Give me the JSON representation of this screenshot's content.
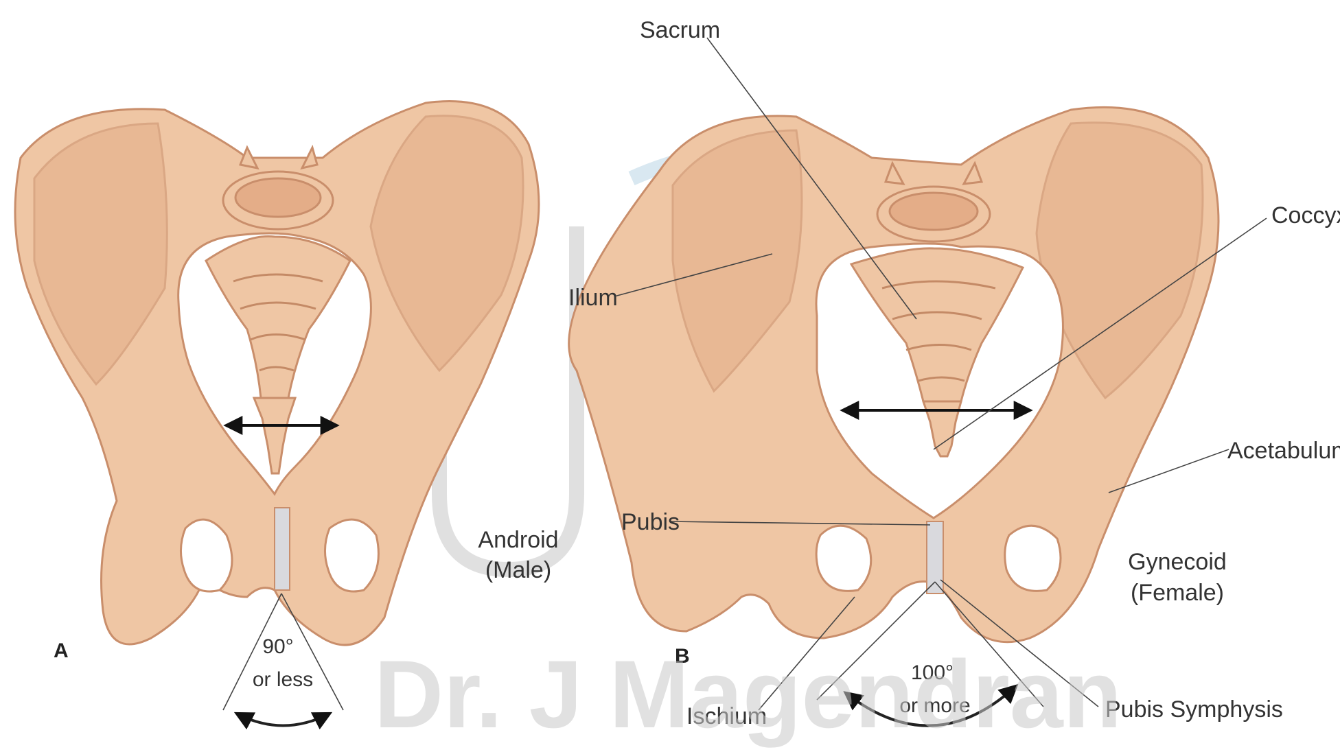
{
  "watermark": {
    "text": "Dr. J Magendran",
    "color": "#c9c9c9"
  },
  "colors": {
    "bone": "#efc6a4",
    "bone_outline": "#c98e6b",
    "watermark_logo": "#b9d6e6"
  },
  "panels": {
    "a": {
      "letter": "A",
      "type_line1": "Android",
      "type_line2": "(Male)",
      "angle_line1": "90°",
      "angle_line2": "or less"
    },
    "b": {
      "letter": "B",
      "type_line1": "Gynecoid",
      "type_line2": "(Female)",
      "angle_line1": "100°",
      "angle_line2": "or more"
    }
  },
  "labels": {
    "sacrum": "Sacrum",
    "ilium": "Ilium",
    "coccyx": "Coccyx",
    "acetabulum": "Acetabulum",
    "pubis": "Pubis",
    "ischium": "Ischium",
    "pubis_symphysis": "Pubis Symphysis"
  }
}
